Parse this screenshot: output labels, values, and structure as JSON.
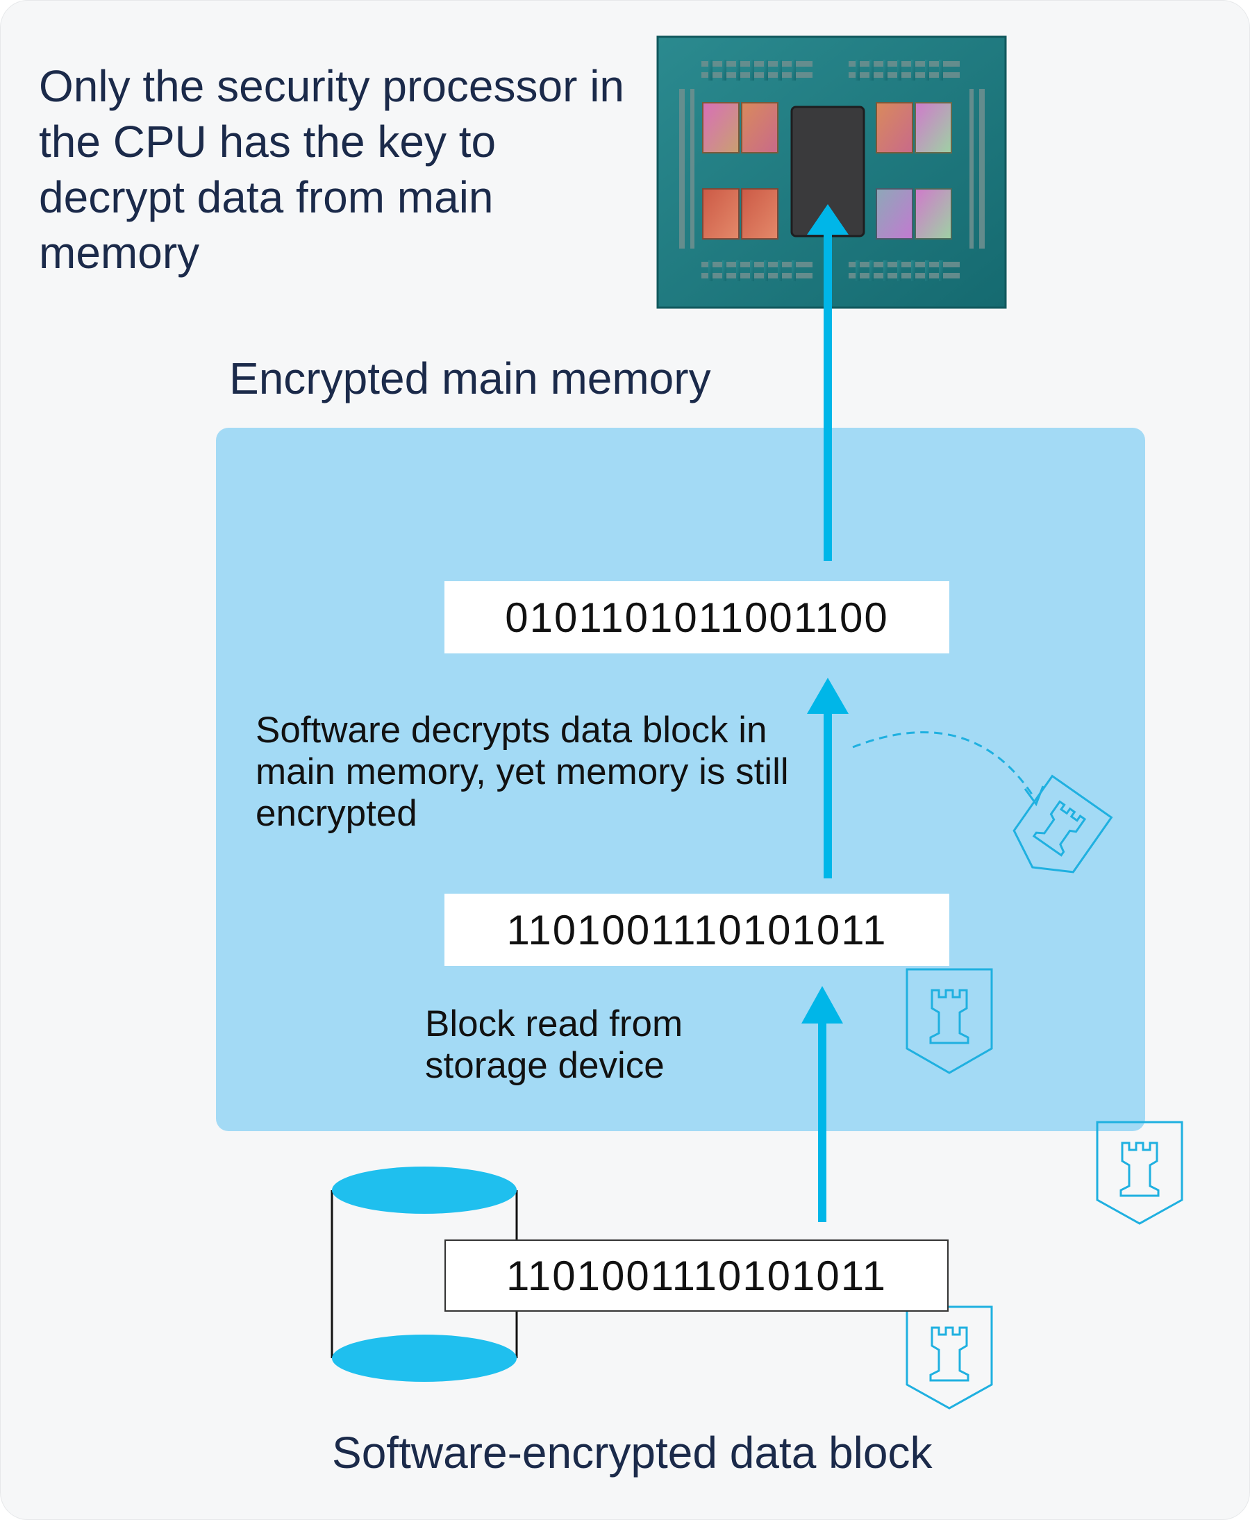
{
  "diagram": {
    "cpu_caption": "Only the security processor in the CPU has the key to decrypt data from main memory",
    "memory_title": "Encrypted main memory",
    "decrypted_bits": "0101101011001100",
    "encrypted_bits_memory": "1101001110101011",
    "decrypt_note": "Software decrypts data block in main memory, yet memory is still encrypted",
    "read_note": "Block read from storage device",
    "encrypted_bits_storage": "1101001110101011",
    "storage_caption": "Software-encrypted data block"
  },
  "icons": {
    "cpu": "cpu-chip-icon",
    "storage": "database-cylinder-icon",
    "shield": "shield-tower-icon",
    "arrow": "arrow-up-icon"
  },
  "colors": {
    "accent": "#00b6e8",
    "memory_panel": "#a3daf5",
    "chip_body": "#1f7a80",
    "text_dark": "#1b2a4a",
    "background": "#f6f7f8"
  }
}
